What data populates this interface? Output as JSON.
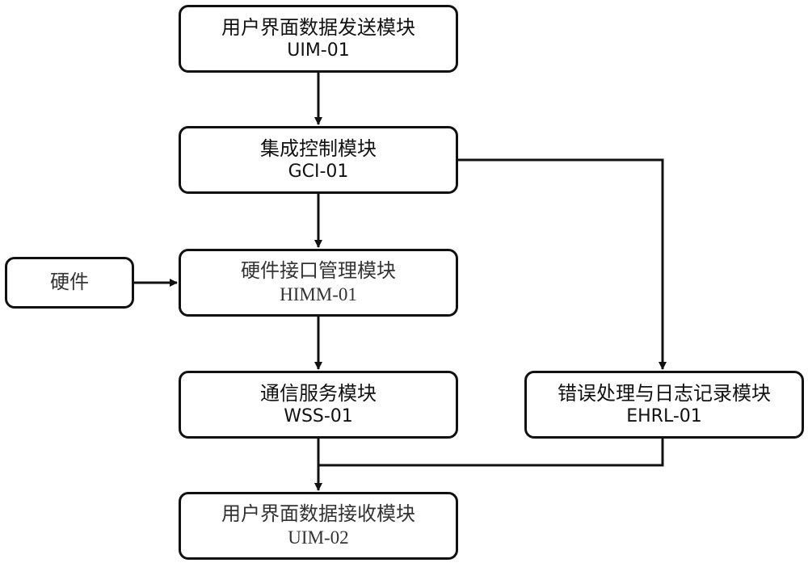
{
  "nodes": {
    "uim_send": {
      "name": "用户界面数据发送模块",
      "code": "UIM-01"
    },
    "gci": {
      "name": "集成控制模块",
      "code": "GCI-01"
    },
    "himm": {
      "name": "硬件接口管理模块",
      "code": "HIMM-01"
    },
    "hardware": {
      "name": "硬件"
    },
    "wss": {
      "name": "通信服务模块",
      "code": "WSS-01"
    },
    "ehrl": {
      "name": "错误处理与日志记录模块",
      "code": "EHRL-01"
    },
    "uim_receive": {
      "name": "用户界面数据接收模块",
      "code": "UIM-02"
    }
  },
  "colors": {
    "line": "#111111",
    "border": "#111111",
    "background": "#ffffff"
  }
}
